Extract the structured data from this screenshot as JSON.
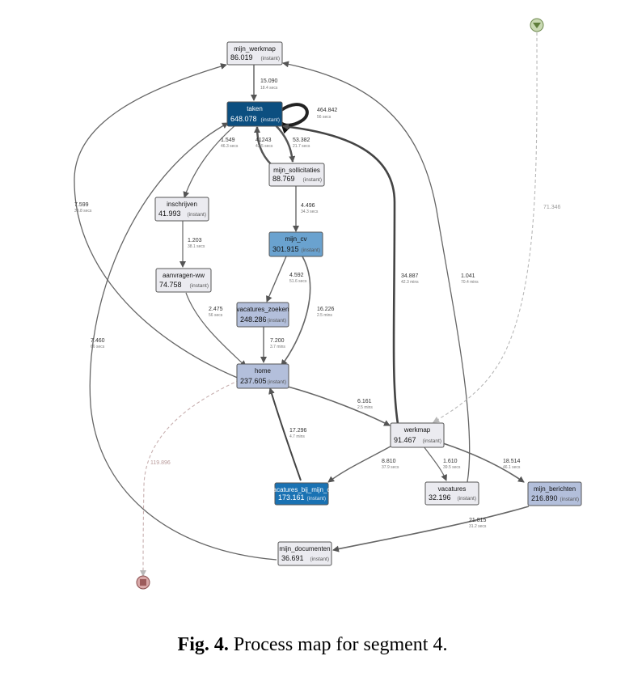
{
  "caption": {
    "label": "Fig. 4.",
    "text": "Process map for segment 4."
  },
  "colors": {
    "dark": "#0c4f80",
    "blueMid": "#1a72b3",
    "blue": "#6aa2cf",
    "lavender": "#b3bfdb",
    "light": "#ebebf0",
    "start": "#c9d9b3",
    "end": "#d8a8a8"
  },
  "nodes": [
    {
      "id": "mijn_werkmap",
      "name": "mijn_werkmap",
      "value": "86.019",
      "time": "(instant)",
      "fill": "light",
      "dark": false
    },
    {
      "id": "taken",
      "name": "taken",
      "value": "648.078",
      "time": "(instant)",
      "fill": "dark",
      "dark": true
    },
    {
      "id": "mijn_sollicitaties",
      "name": "mijn_sollicitaties",
      "value": "88.769",
      "time": "(instant)",
      "fill": "light",
      "dark": false
    },
    {
      "id": "inschrijven",
      "name": "inschrijven",
      "value": "41.993",
      "time": "(instant)",
      "fill": "light",
      "dark": false
    },
    {
      "id": "mijn_cv",
      "name": "mijn_cv",
      "value": "301.915",
      "time": "(instant)",
      "fill": "blue",
      "dark": false
    },
    {
      "id": "aanvragen_ww",
      "name": "aanvragen-ww",
      "value": "74.758",
      "time": "(instant)",
      "fill": "light",
      "dark": false
    },
    {
      "id": "vacatures_zoeken",
      "name": "vacatures_zoeken",
      "value": "248.286",
      "time": "(instant)",
      "fill": "lavender",
      "dark": false
    },
    {
      "id": "home",
      "name": "home",
      "value": "237.605",
      "time": "(instant)",
      "fill": "lavender",
      "dark": false
    },
    {
      "id": "werkmap",
      "name": "werkmap",
      "value": "91.467",
      "time": "(instant)",
      "fill": "light",
      "dark": false
    },
    {
      "id": "vacatures_bij_mijn_cv",
      "name": "vacatures_bij_mijn_cv",
      "value": "173.161",
      "time": "(instant)",
      "fill": "blueMid",
      "dark": true
    },
    {
      "id": "vacatures",
      "name": "vacatures",
      "value": "32.196",
      "time": "(instant)",
      "fill": "light",
      "dark": false
    },
    {
      "id": "mijn_berichten",
      "name": "mijn_berichten",
      "value": "216.890",
      "time": "(instant)",
      "fill": "lavender",
      "dark": false
    },
    {
      "id": "mijn_documenten",
      "name": "mijn_documenten",
      "value": "36.691",
      "time": "(instant)",
      "fill": "light",
      "dark": false
    }
  ],
  "edges": [
    {
      "id": "e1",
      "count": "15.090",
      "duration": "18.4 secs"
    },
    {
      "id": "e2",
      "count": "464.842",
      "duration": "56 secs"
    },
    {
      "id": "e3",
      "count": "1.549",
      "duration": "46.3 secs"
    },
    {
      "id": "e4",
      "count": "41243",
      "duration": "43.5 secs"
    },
    {
      "id": "e5",
      "count": "53.382",
      "duration": "21.7 secs"
    },
    {
      "id": "e6",
      "count": "4.496",
      "duration": "34.3 secs"
    },
    {
      "id": "e7",
      "count": "1.203",
      "duration": "38.1 secs"
    },
    {
      "id": "e8",
      "count": "4.592",
      "duration": "51.6 secs"
    },
    {
      "id": "e9",
      "count": "16.226",
      "duration": "2.5 mins"
    },
    {
      "id": "e10",
      "count": "2.475",
      "duration": "56 secs"
    },
    {
      "id": "e11",
      "count": "7.200",
      "duration": "3.7 mins"
    },
    {
      "id": "e12",
      "count": "7.599",
      "duration": "30.8 secs"
    },
    {
      "id": "e13",
      "count": "7.460",
      "duration": "66 secs"
    },
    {
      "id": "e14",
      "count": "34.887",
      "duration": "42.3 mins"
    },
    {
      "id": "e15",
      "count": "1.041",
      "duration": "70.4 mins"
    },
    {
      "id": "e16",
      "count": "71.346",
      "duration": ""
    },
    {
      "id": "e17",
      "count": "6.161",
      "duration": "2.5 mins"
    },
    {
      "id": "e18",
      "count": "17.296",
      "duration": "4.7 mins"
    },
    {
      "id": "e19",
      "count": "8.810",
      "duration": "37.9 secs"
    },
    {
      "id": "e20",
      "count": "1.610",
      "duration": "39.5 secs"
    },
    {
      "id": "e21",
      "count": "18.514",
      "duration": "46.1 secs"
    },
    {
      "id": "e22",
      "count": "21.815",
      "duration": "31.2 secs"
    },
    {
      "id": "e23",
      "count": "119.896",
      "duration": ""
    }
  ]
}
